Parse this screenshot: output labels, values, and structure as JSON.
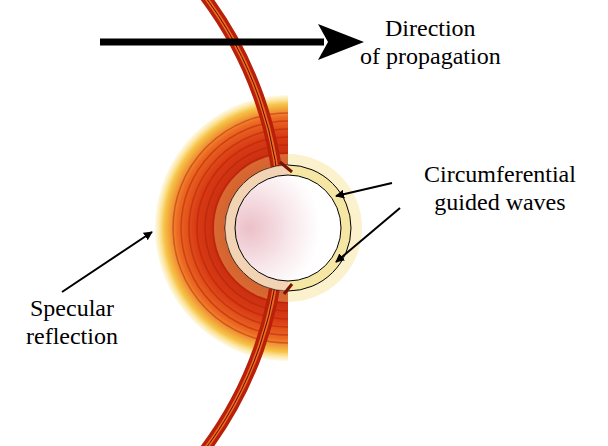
{
  "diagram": {
    "labels": [
      "Direction of propagation",
      "Circumferential guided waves",
      "Specular reflection"
    ]
  }
}
